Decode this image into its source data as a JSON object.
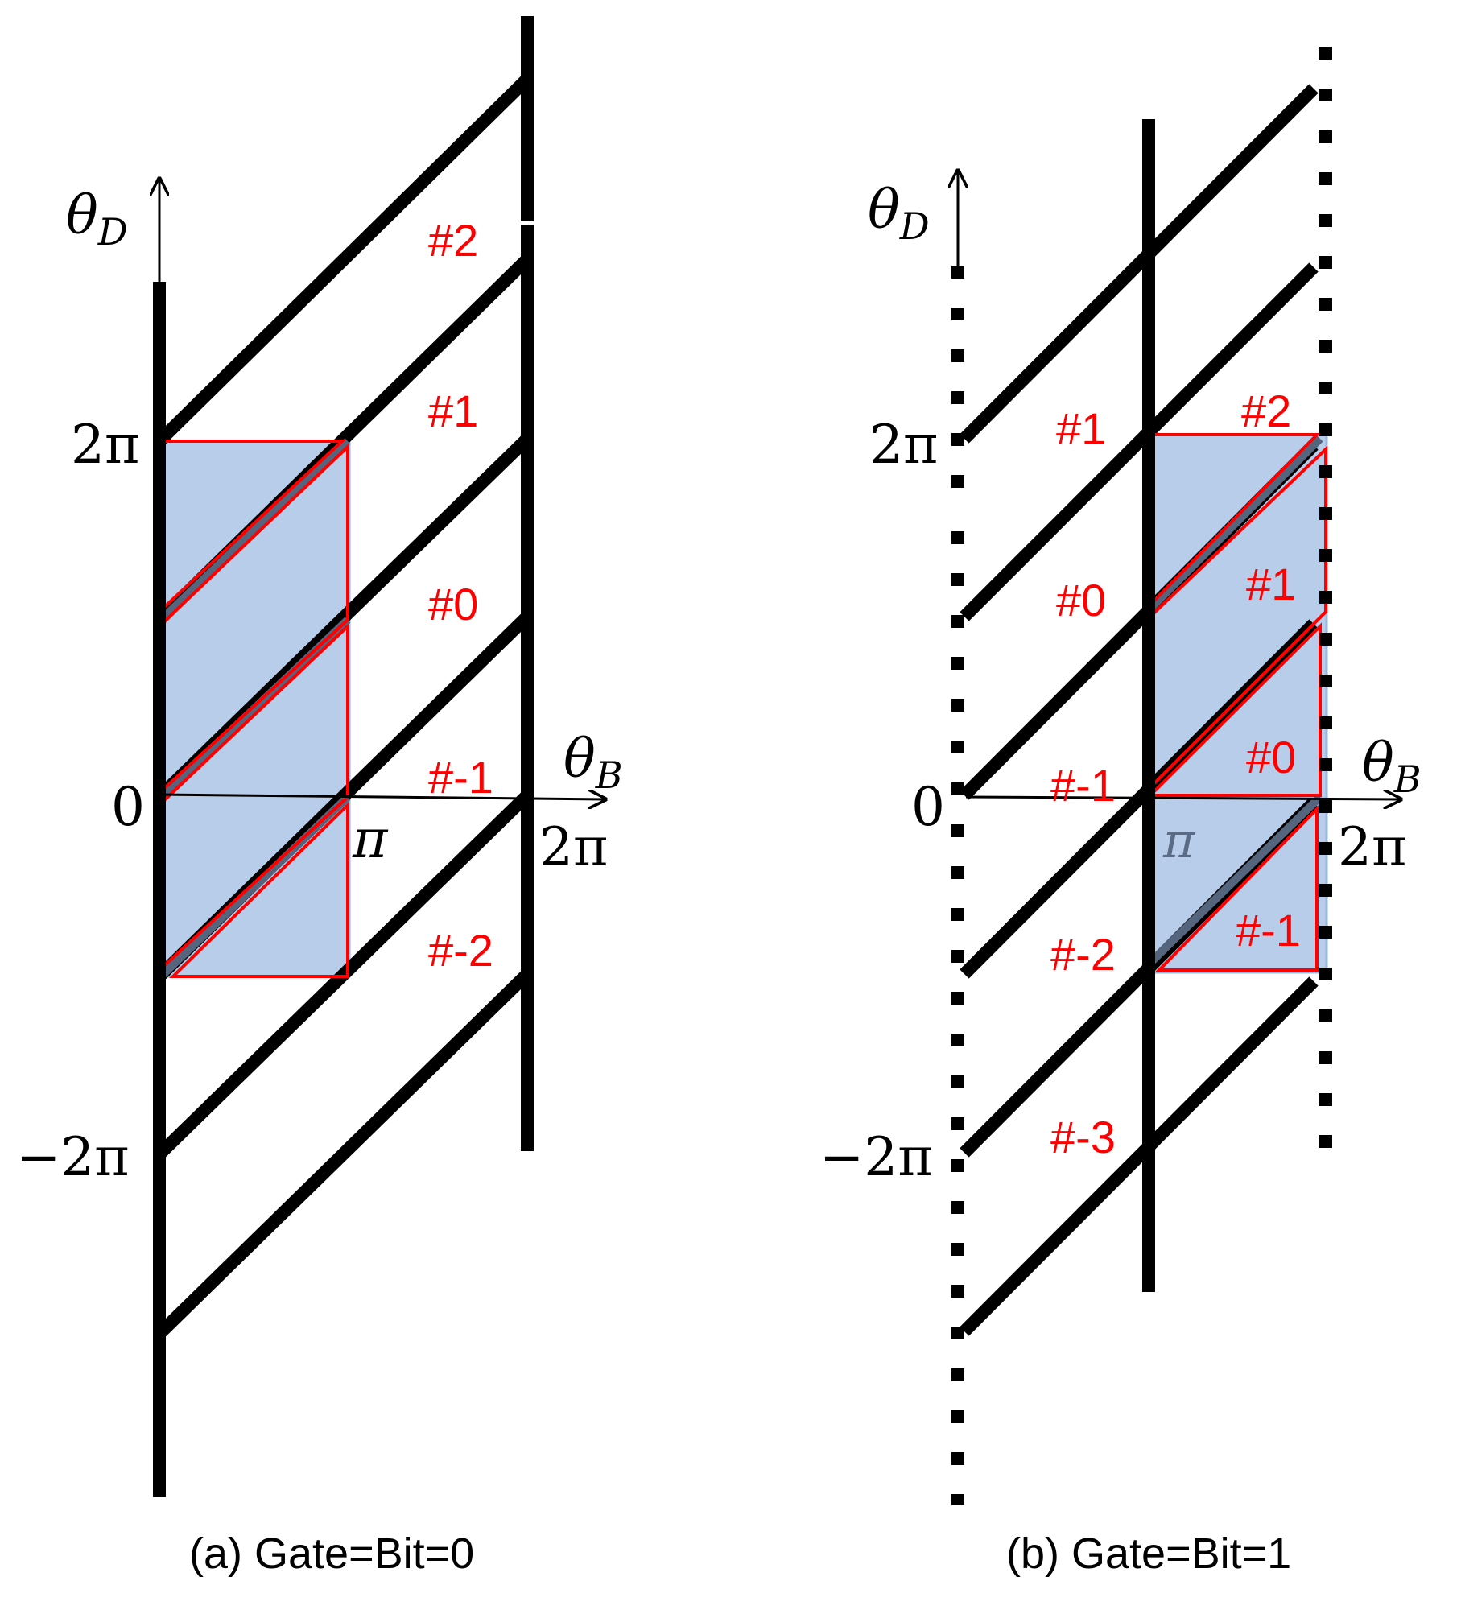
{
  "panel_a": {
    "axis_y_symbol": "θ",
    "axis_y_sub": "D",
    "axis_x_symbol": "θ",
    "axis_x_sub": "B",
    "tick_y_top": "2π",
    "tick_y_zero": "0",
    "tick_y_bottom": "−2π",
    "tick_x_pi": "π",
    "tick_x_2pi": "2π",
    "region_labels": [
      "#2",
      "#1",
      "#0",
      "#-1",
      "#-2"
    ],
    "caption": "(a) Gate=Bit=0"
  },
  "panel_b": {
    "axis_y_symbol": "θ",
    "axis_y_sub": "D",
    "axis_x_symbol": "θ",
    "axis_x_sub": "B",
    "tick_y_top": "2π",
    "tick_y_zero": "0",
    "tick_y_bottom": "−2π",
    "tick_x_pi": "π",
    "tick_x_2pi": "2π",
    "left_labels": [
      "#1",
      "#0",
      "#-1",
      "#-2",
      "#-3"
    ],
    "inner_labels": [
      "#2",
      "#1",
      "#0",
      "#-1"
    ],
    "caption": "(b) Gate=Bit=1"
  },
  "colors": {
    "shade": "#b8cde9",
    "frame": "#ff0000",
    "line": "#000000"
  }
}
